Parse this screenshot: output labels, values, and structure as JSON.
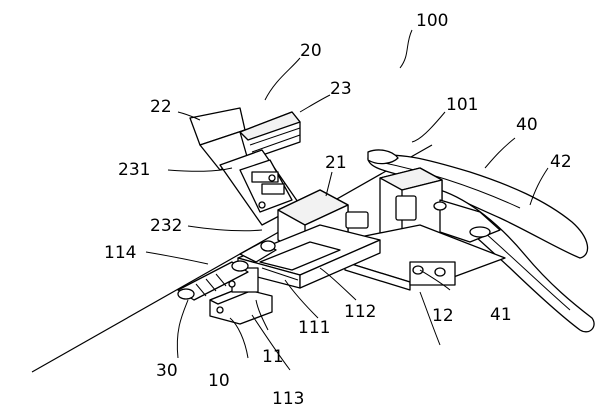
{
  "labels": {
    "l100": "100",
    "l20": "20",
    "l23": "23",
    "l22": "22",
    "l101": "101",
    "l40": "40",
    "l42": "42",
    "l21": "21",
    "l231": "231",
    "l232": "232",
    "l114": "114",
    "l112": "112",
    "l111": "111",
    "l12": "12",
    "l41": "41",
    "l30": "30",
    "l10": "10",
    "l11": "11",
    "l113": "113"
  }
}
